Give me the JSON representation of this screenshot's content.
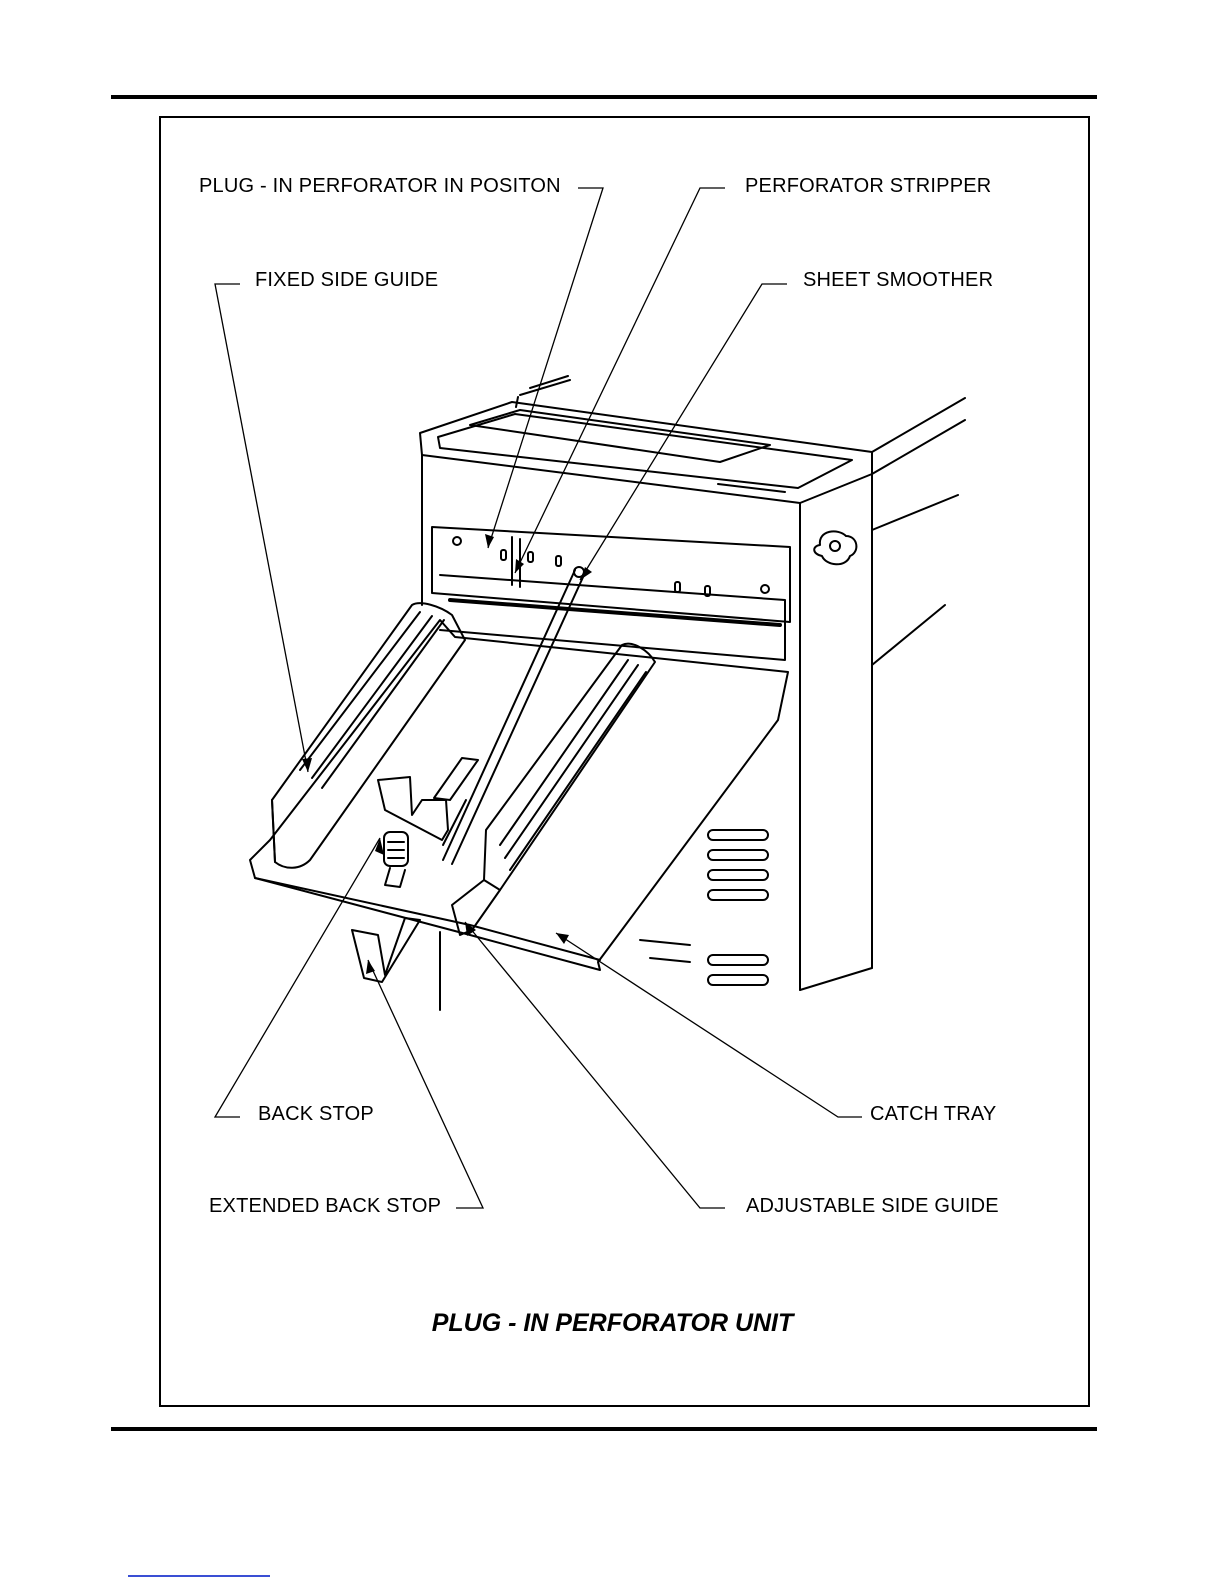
{
  "labels": {
    "plug_in_perforator_in_position": "PLUG - IN PERFORATOR IN POSITON",
    "perforator_stripper": "PERFORATOR STRIPPER",
    "fixed_side_guide": "FIXED SIDE GUIDE",
    "sheet_smoother": "SHEET SMOOTHER",
    "back_stop": "BACK STOP",
    "catch_tray": "CATCH TRAY",
    "extended_back_stop": "EXTENDED BACK STOP",
    "adjustable_side_guide": "ADJUSTABLE SIDE GUIDE"
  },
  "caption": "PLUG - IN PERFORATOR UNIT"
}
